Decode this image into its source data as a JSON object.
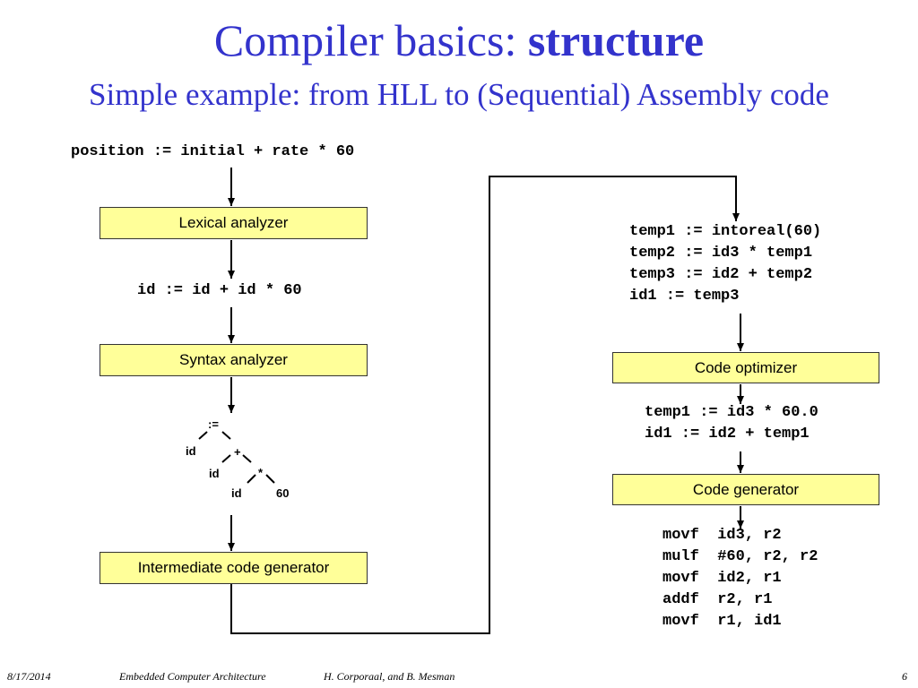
{
  "title": {
    "main": "Compiler basics: ",
    "bold": "structure"
  },
  "subtitle": "Simple example: from HLL to (Sequential) Assembly code",
  "source_statement": "position := initial + rate * 60",
  "boxes": {
    "lexical": "Lexical analyzer",
    "syntax": "Syntax analyzer",
    "intermediate": "Intermediate code generator",
    "optimizer": "Code optimizer",
    "generator": "Code generator"
  },
  "token_stream": "id := id + id * 60",
  "syntax_tree": {
    "root": ":=",
    "left": "id",
    "plus": "+",
    "plus_left": "id",
    "times": "*",
    "times_left": "id",
    "times_right": "60"
  },
  "intermediate_code": [
    "temp1 := intoreal(60)",
    "temp2 := id3 * temp1",
    "temp3 := id2 + temp2",
    "id1 := temp3"
  ],
  "optimized_code": [
    "temp1 := id3 * 60.0",
    "id1 := id2 + temp1"
  ],
  "assembly_code": [
    "movf  id3, r2",
    "mulf  #60, r2, r2",
    "movf  id2, r1",
    "addf  r2, r1",
    "movf  r1, id1"
  ],
  "footer": {
    "date": "8/17/2014",
    "course": "Embedded Computer Architecture",
    "authors": "H. Corporaal, and B. Mesman",
    "page": "6"
  }
}
